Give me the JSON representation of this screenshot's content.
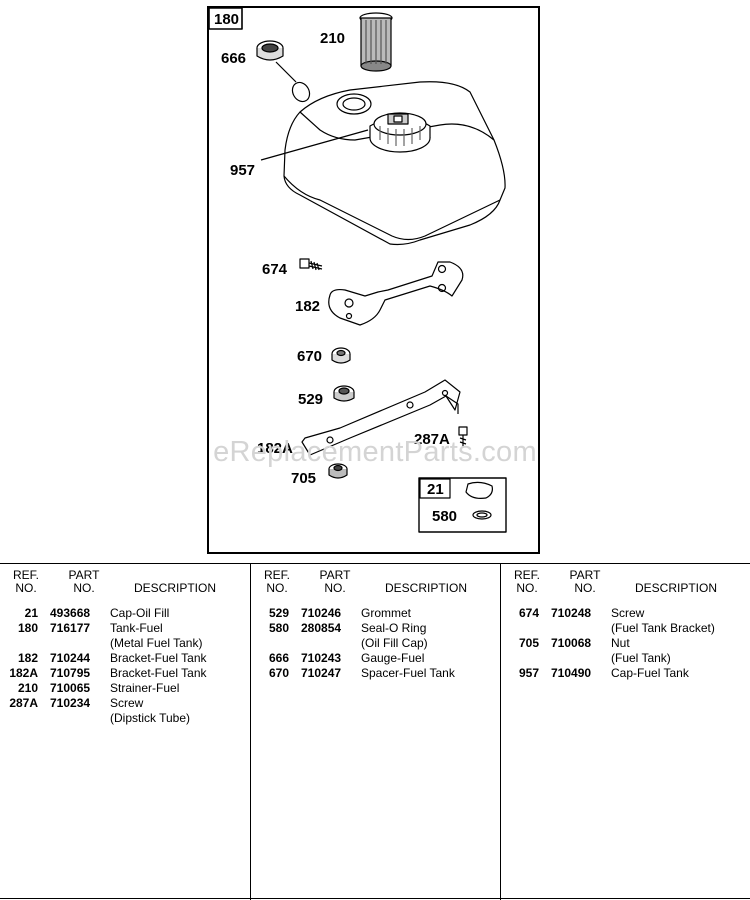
{
  "diagram": {
    "frame_label": "180",
    "inset_label": "21",
    "callouts": {
      "c210": "210",
      "c666": "666",
      "c957": "957",
      "c674": "674",
      "c182": "182",
      "c670": "670",
      "c529": "529",
      "c182A": "182A",
      "c287A": "287A",
      "c705": "705",
      "c580": "580"
    },
    "watermark": "eReplacementParts.com"
  },
  "table": {
    "headers": {
      "ref": [
        "REF.",
        "NO."
      ],
      "part": [
        "PART",
        "NO."
      ],
      "desc": "DESCRIPTION"
    },
    "columns": [
      [
        {
          "ref": "21",
          "part": "493668",
          "desc": [
            "Cap-Oil Fill"
          ]
        },
        {
          "ref": "180",
          "part": "716177",
          "desc": [
            "Tank-Fuel",
            "(Metal Fuel Tank)"
          ]
        },
        {
          "ref": "182",
          "part": "710244",
          "desc": [
            "Bracket-Fuel Tank"
          ]
        },
        {
          "ref": "182A",
          "part": "710795",
          "desc": [
            "Bracket-Fuel Tank"
          ]
        },
        {
          "ref": "210",
          "part": "710065",
          "desc": [
            "Strainer-Fuel"
          ]
        },
        {
          "ref": "287A",
          "part": "710234",
          "desc": [
            "Screw",
            "(Dipstick Tube)"
          ]
        }
      ],
      [
        {
          "ref": "529",
          "part": "710246",
          "desc": [
            "Grommet"
          ]
        },
        {
          "ref": "580",
          "part": "280854",
          "desc": [
            "Seal-O Ring",
            "(Oil Fill Cap)"
          ]
        },
        {
          "ref": "666",
          "part": "710243",
          "desc": [
            "Gauge-Fuel"
          ]
        },
        {
          "ref": "670",
          "part": "710247",
          "desc": [
            "Spacer-Fuel Tank"
          ]
        }
      ],
      [
        {
          "ref": "674",
          "part": "710248",
          "desc": [
            "Screw",
            "(Fuel Tank Bracket)"
          ]
        },
        {
          "ref": "705",
          "part": "710068",
          "desc": [
            "Nut",
            "(Fuel Tank)"
          ]
        },
        {
          "ref": "957",
          "part": "710490",
          "desc": [
            "Cap-Fuel Tank"
          ]
        }
      ]
    ]
  }
}
